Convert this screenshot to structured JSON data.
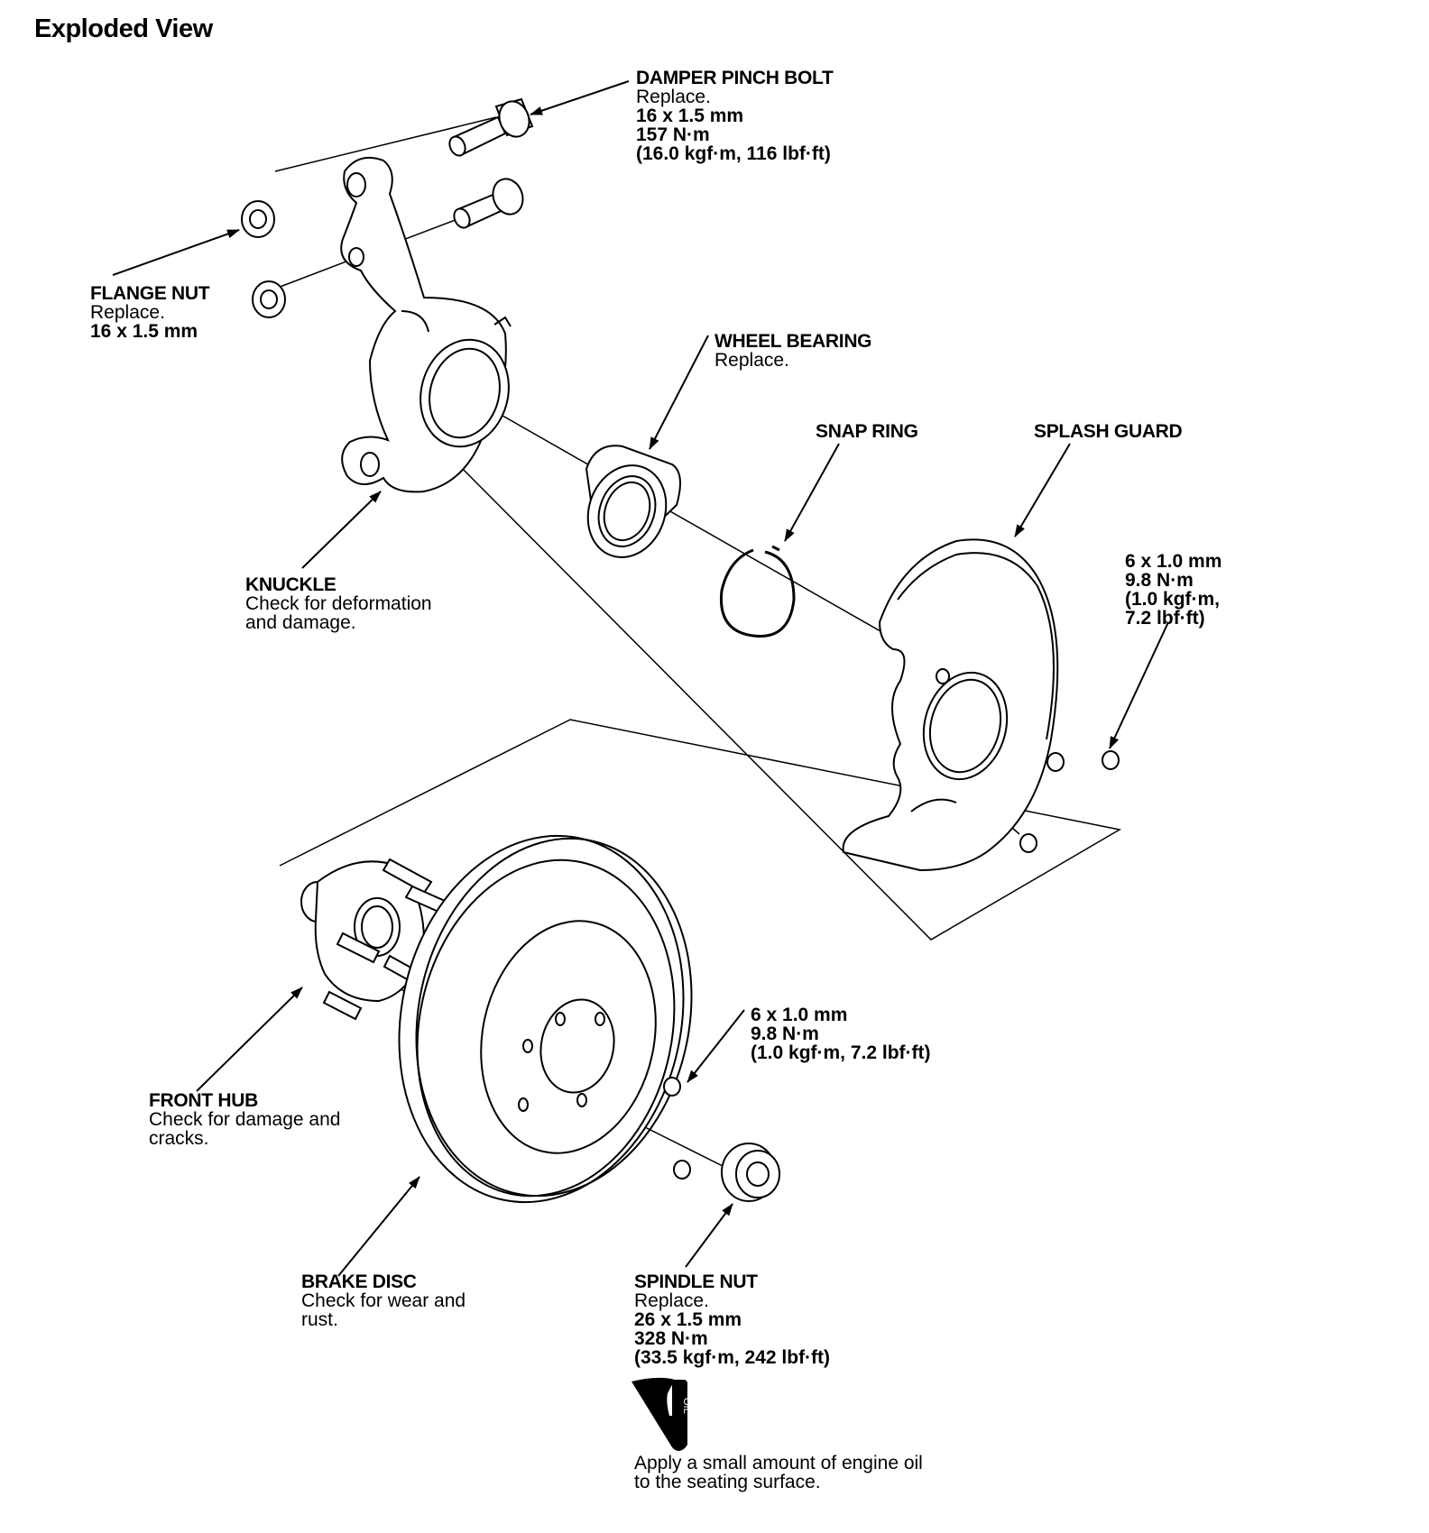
{
  "title": "Exploded View",
  "labels": {
    "damper_pinch_bolt": {
      "title": "DAMPER PINCH BOLT",
      "lines": [
        "Replace."
      ],
      "spec": [
        "16 x 1.5 mm",
        "157 N·m",
        "(16.0 kgf·m, 116 lbf·ft)"
      ]
    },
    "flange_nut": {
      "title": "FLANGE NUT",
      "lines": [
        "Replace."
      ],
      "spec": [
        "16 x 1.5 mm"
      ]
    },
    "wheel_bearing": {
      "title": "WHEEL BEARING",
      "lines": [
        "Replace."
      ]
    },
    "snap_ring": {
      "title": "SNAP RING"
    },
    "splash_guard": {
      "title": "SPLASH GUARD"
    },
    "splash_bolt": {
      "spec": [
        "6 x 1.0 mm",
        "9.8 N·m",
        "(1.0 kgf·m,",
        "7.2 lbf·ft)"
      ]
    },
    "knuckle": {
      "title": "KNUCKLE",
      "lines": [
        "Check for deformation",
        "and damage."
      ]
    },
    "front_hub": {
      "title": "FRONT HUB",
      "lines": [
        "Check for damage and",
        "cracks."
      ]
    },
    "disc_screw": {
      "spec": [
        "6 x 1.0 mm",
        "9.8 N·m",
        "(1.0 kgf·m, 7.2 lbf·ft)"
      ]
    },
    "brake_disc": {
      "title": "BRAKE DISC",
      "lines": [
        "Check for wear and",
        "rust."
      ]
    },
    "spindle_nut": {
      "title": "SPINDLE NUT",
      "lines": [
        "Replace."
      ],
      "spec": [
        "26 x 1.5 mm",
        "328 N·m",
        "(33.5 kgf·m, 242 lbf·ft)"
      ]
    },
    "oil_note": {
      "lines": [
        "Apply a small amount of engine oil",
        "to the seating surface."
      ],
      "can_text": "OIL"
    }
  }
}
